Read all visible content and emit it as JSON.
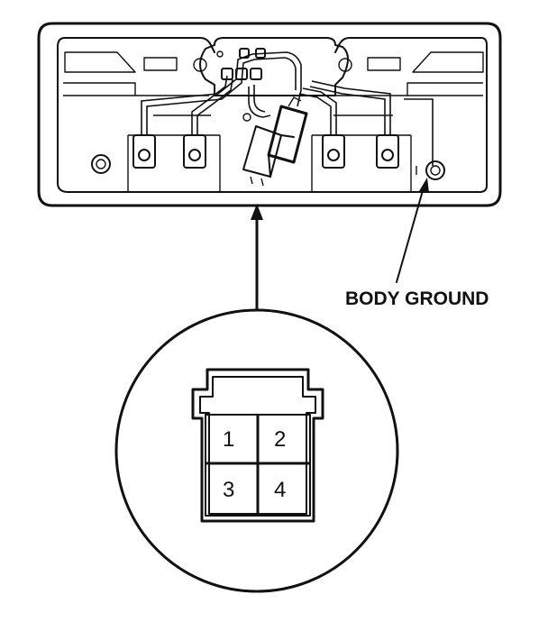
{
  "labels": {
    "body_ground": "BODY GROUND"
  },
  "connector": {
    "pins": [
      "1",
      "2",
      "3",
      "4"
    ]
  }
}
